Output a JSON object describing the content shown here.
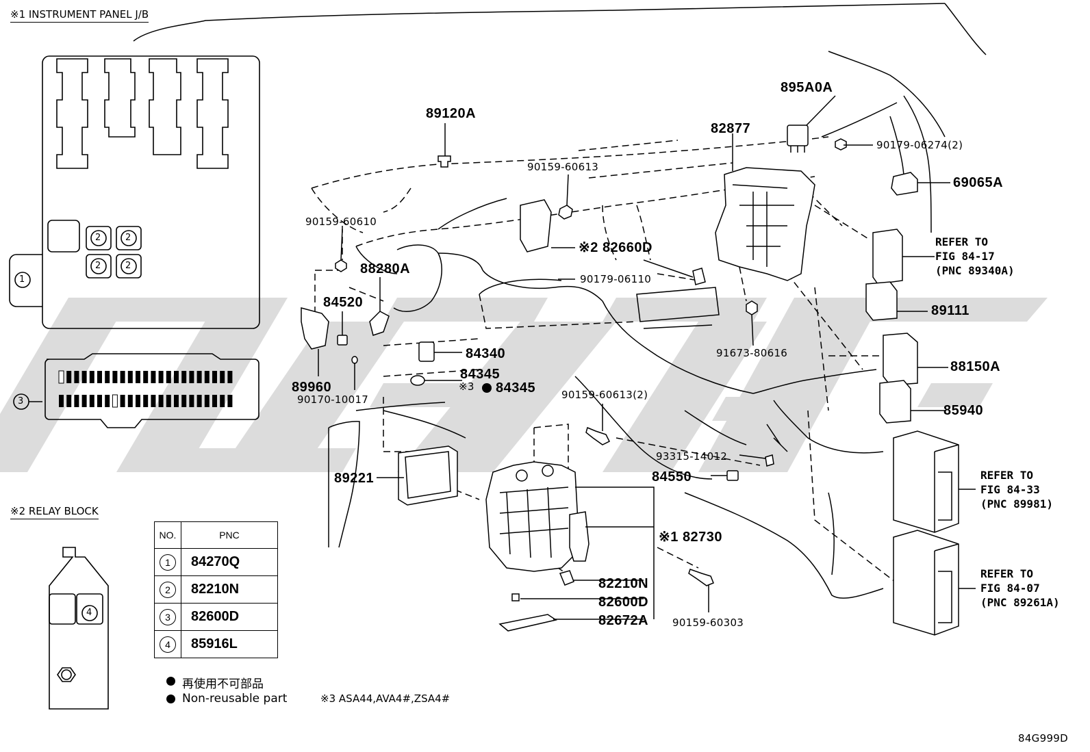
{
  "sections": {
    "jb_title": "※1 INSTRUMENT PANEL J/B",
    "relay_title": "※2 RELAY BLOCK"
  },
  "table": {
    "col_no": "NO.",
    "col_pnc": "PNC",
    "rows": [
      {
        "no": "1",
        "pnc": "84270Q"
      },
      {
        "no": "2",
        "pnc": "82210N"
      },
      {
        "no": "3",
        "pnc": "82600D"
      },
      {
        "no": "4",
        "pnc": "85916L"
      }
    ]
  },
  "part_labels": {
    "p89120A": "89120A",
    "p895A0A": "895A0A",
    "p82877": "82877",
    "p90179_06274": "90179-06274(2)",
    "p69065A": "69065A",
    "p90159_60613": "90159-60613",
    "p90159_60610": "90159-60610",
    "p82660D": "※2 82660D",
    "p88280A": "88280A",
    "p90179_06110": "90179-06110",
    "p84520": "84520",
    "p89111": "89111",
    "p84340": "84340",
    "p91673_80616": "91673-80616",
    "p88150A": "88150A",
    "p84345a": "84345",
    "p84345b": "84345",
    "p84345_prefix": "※3",
    "p89960": "89960",
    "p90170_10017": "90170-10017",
    "p90159_60613_2": "90159-60613(2)",
    "p85940": "85940",
    "p93315_14012": "93315-14012",
    "p84550": "84550",
    "p89221": "89221",
    "p82730": "※1 82730",
    "p82210N": "82210N",
    "p82600D": "82600D",
    "p82672A": "82672A",
    "p90159_60303": "90159-60303"
  },
  "refs": {
    "r1": "REFER TO\nFIG 84-17\n(PNC 89340A)",
    "r2": "REFER TO\nFIG 84-33\n(PNC 89981)",
    "r3": "REFER TO\nFIG 84-07\n(PNC 89261A)"
  },
  "legend": {
    "jp": "再使用不可部品",
    "en": "Non-reusable part",
    "applic": "※3 ASA44,AVA4#,ZSA4#"
  },
  "jb_circles": {
    "c1": "1",
    "c2": "2",
    "c3": "3",
    "c4": "4"
  },
  "diagram_code": "84G999D"
}
